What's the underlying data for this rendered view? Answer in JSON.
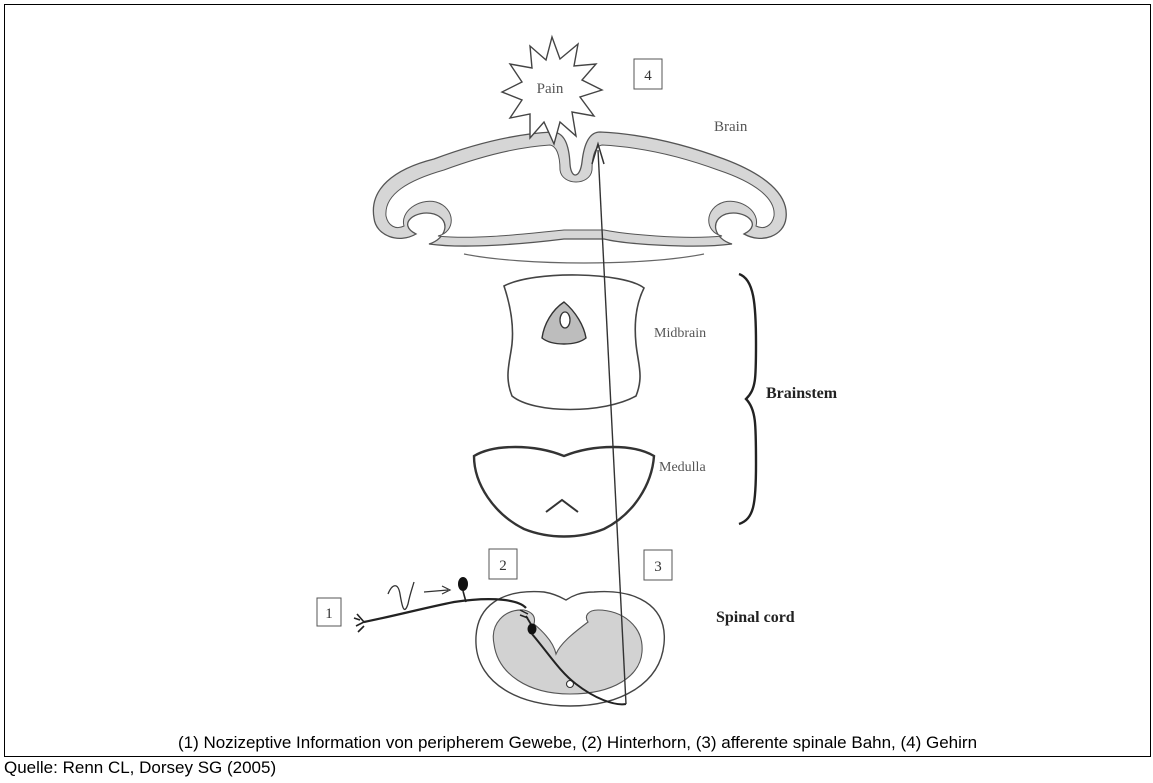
{
  "diagram": {
    "pain_label": "Pain",
    "markers": [
      "1",
      "2",
      "3",
      "4"
    ],
    "labels": {
      "brain": "Brain",
      "midbrain": "Midbrain",
      "medulla": "Medulla",
      "brainstem": "Brainstem",
      "spinal_cord": "Spinal cord"
    }
  },
  "caption": "(1) Nozizeptive Information von peripherem Gewebe, (2) Hinterhorn, (3) afferente spinale Bahn, (4) Gehirn",
  "source": "Quelle: Renn CL, Dorsey SG (2005)"
}
